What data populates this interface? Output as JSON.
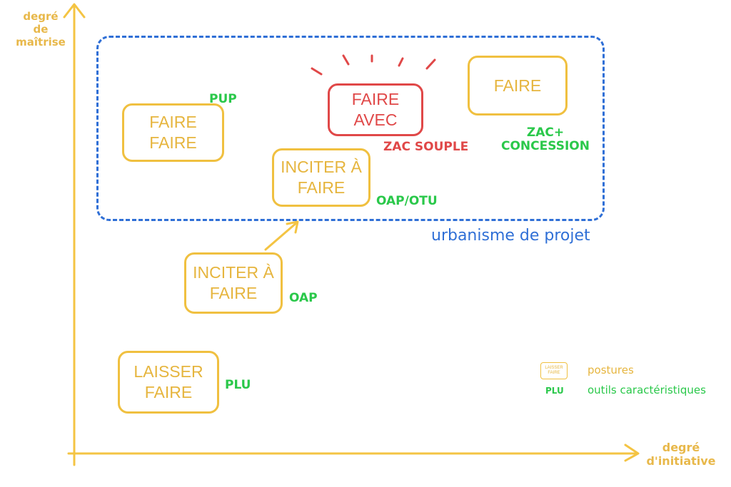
{
  "axes": {
    "y_label": [
      "degré",
      "de",
      "maîtrise"
    ],
    "x_label": [
      "degré",
      "d'initiative"
    ]
  },
  "zone": {
    "label": "urbanisme de projet",
    "color": "#2f6fd6"
  },
  "postures": [
    {
      "id": "laisser-faire",
      "lines": [
        "LAISSER",
        "FAIRE"
      ]
    },
    {
      "id": "inciter-a-faire-1",
      "lines": [
        "INCITER À",
        "FAIRE"
      ]
    },
    {
      "id": "inciter-a-faire-2",
      "lines": [
        "INCITER À",
        "FAIRE"
      ]
    },
    {
      "id": "faire-faire",
      "lines": [
        "FAIRE",
        "FAIRE"
      ]
    },
    {
      "id": "faire-avec",
      "lines": [
        "FAIRE",
        "AVEC"
      ]
    },
    {
      "id": "faire",
      "lines": [
        "FAIRE"
      ]
    }
  ],
  "tools": {
    "plu": "PLU",
    "oap": "OAP",
    "oap_otu": "OAP/OTU",
    "pup": "PUP",
    "zac_souple": "ZAC SOUPLE",
    "zac_concession": [
      "ZAC+",
      "CONCESSION"
    ]
  },
  "legend": {
    "swatch_lines": [
      "LAISSER",
      "FAIRE"
    ],
    "postures_label": "postures",
    "tool_sample": "PLU",
    "tools_label": "outils caractéristiques"
  },
  "colors": {
    "posture": "#f0c040",
    "highlight": "#e04848",
    "tool": "#2ac84a",
    "axis": "#f0c040"
  }
}
